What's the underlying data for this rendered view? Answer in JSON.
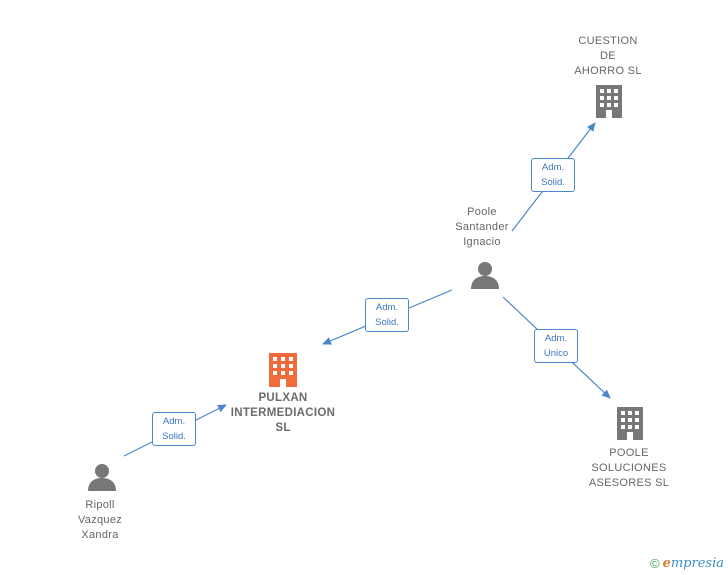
{
  "nodes": {
    "cuestion": {
      "lines": [
        "CUESTION",
        "DE",
        "AHORRO  SL"
      ],
      "type": "company",
      "color": "#777777"
    },
    "poole_person": {
      "lines": [
        "Poole",
        "Santander",
        "Ignacio"
      ],
      "type": "person",
      "color": "#777777"
    },
    "pulxan": {
      "lines": [
        "PULXAN",
        "INTERMEDIACION",
        "SL"
      ],
      "type": "company",
      "color": "#f26b3a"
    },
    "poole_sol": {
      "lines": [
        "POOLE",
        "SOLUCIONES",
        "ASESORES  SL"
      ],
      "type": "company",
      "color": "#777777"
    },
    "ripoll": {
      "lines": [
        "Ripoll",
        "Vazquez",
        "Xandra"
      ],
      "type": "person",
      "color": "#777777"
    }
  },
  "edges": [
    {
      "from": "poole_person",
      "to": "cuestion",
      "lines": [
        "Adm.",
        "Solid."
      ]
    },
    {
      "from": "poole_person",
      "to": "pulxan",
      "lines": [
        "Adm.",
        "Solid."
      ]
    },
    {
      "from": "poole_person",
      "to": "poole_sol",
      "lines": [
        "Adm.",
        "Unico"
      ]
    },
    {
      "from": "ripoll",
      "to": "pulxan",
      "lines": [
        "Adm.",
        "Solid."
      ]
    }
  ],
  "footer": {
    "copyright_symbol": "©",
    "brand_initial": "e",
    "brand_rest": "mpresia"
  },
  "colors": {
    "edge": "#4a86c8",
    "company_icon": "#777777",
    "focus_icon": "#f26b3a",
    "person_icon": "#777777"
  }
}
